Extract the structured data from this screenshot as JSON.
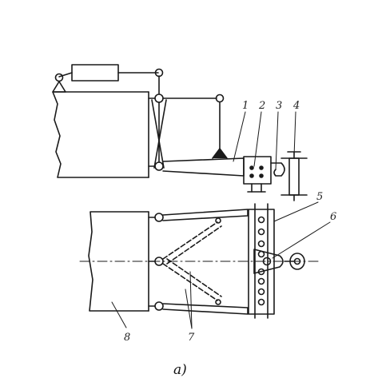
{
  "callouts": [
    "1",
    "2",
    "3",
    "4",
    "5",
    "6",
    "7",
    "8"
  ],
  "caption": "a)"
}
